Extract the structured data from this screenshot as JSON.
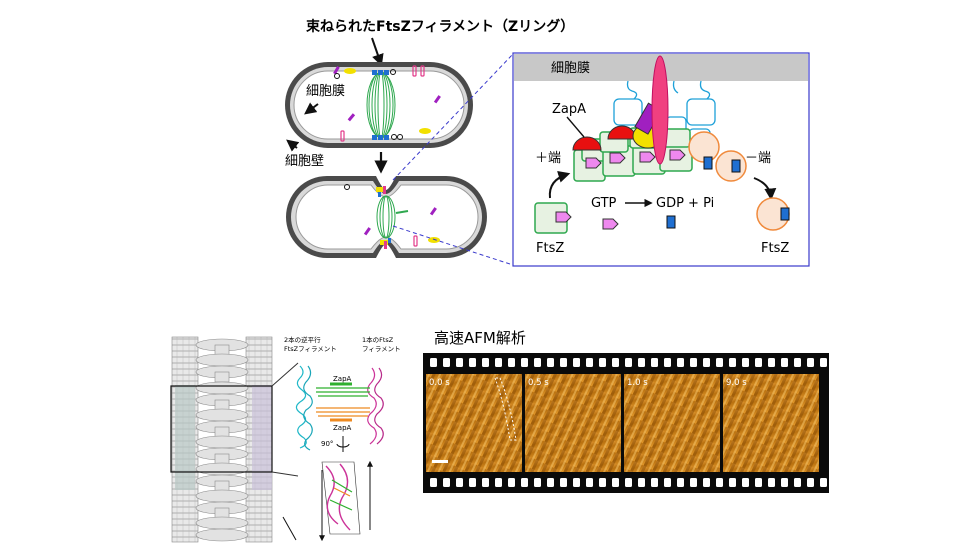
{
  "top_diagram": {
    "title": "束ねられたFtsZフィラメント（Zリング）",
    "cell_membrane_label": "細胞膜",
    "cell_wall_label": "細胞壁"
  },
  "zoom_panel": {
    "membrane_label": "細胞膜",
    "zapa_label": "ZapA",
    "plus_end_label": "＋端",
    "minus_end_label": "－端",
    "reaction_gtp": "GTP",
    "reaction_products": "GDP + Pi",
    "ftsz_left_label": "FtsZ",
    "ftsz_right_label": "FtsZ"
  },
  "structure_panel": {
    "antiparallel_label_line1": "2本の逆平行",
    "antiparallel_label_line2": "FtsZフィラメント",
    "single_label_line1": "1本のFtsZ",
    "single_label_line2": "フィラメント",
    "zapa_upper": "ZapA",
    "zapa_lower": "ZapA",
    "rotation_label": "90°"
  },
  "afm_panel": {
    "title": "高速AFM解析",
    "frames": [
      "0.0 s",
      "0.5 s",
      "1.0 s",
      "9.0 s"
    ]
  },
  "colors": {
    "ftsz_green": "#2fa84f",
    "zapa_red": "#e81010",
    "membrane_gray": "#c8c8c8",
    "panel_border_blue": "#3a3acc",
    "orange_subunit": "#f08a3c",
    "afm_orange": "#d98a1a"
  }
}
